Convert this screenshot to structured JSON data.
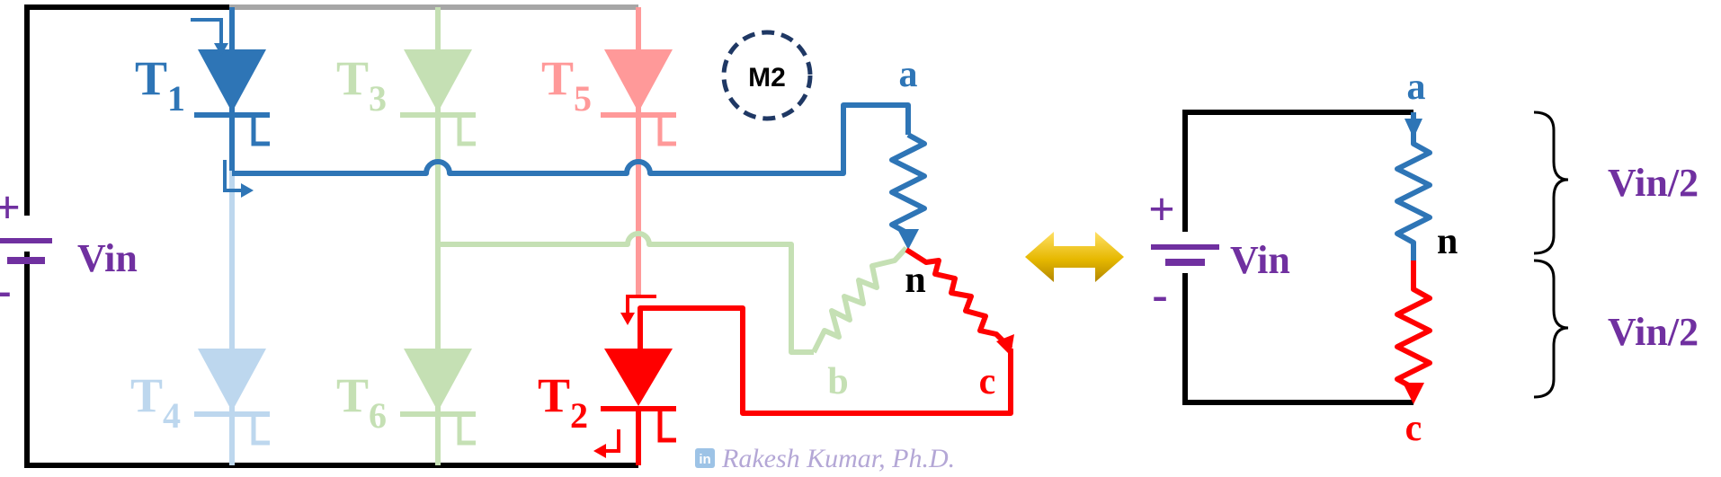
{
  "colors": {
    "black": "#000000",
    "t1_blue": "#2e75b6",
    "t4_lightblue": "#bdd7ee",
    "green": "#c5e0b4",
    "pink": "#ff9999",
    "red": "#ff0000",
    "gray": "#a6a6a6",
    "navy": "#1f3864",
    "purple": "#7030a0",
    "gold": "#e6b800"
  },
  "left_circuit": {
    "thyristors": [
      {
        "name": "T",
        "sub": "1"
      },
      {
        "name": "T",
        "sub": "3"
      },
      {
        "name": "T",
        "sub": "5"
      },
      {
        "name": "T",
        "sub": "4"
      },
      {
        "name": "T",
        "sub": "6"
      },
      {
        "name": "T",
        "sub": "2"
      }
    ],
    "mode_label": "M2",
    "source": {
      "label": "Vin",
      "plus": "+",
      "minus": "-"
    },
    "nodes": {
      "a": "a",
      "b": "b",
      "c": "c",
      "n": "n"
    }
  },
  "equivalent_circuit": {
    "source": {
      "label": "Vin",
      "plus": "+",
      "minus": "-"
    },
    "nodes": {
      "a": "a",
      "n": "n",
      "c": "c"
    },
    "voltage_upper": "Vin/2",
    "voltage_lower": "Vin/2"
  },
  "watermark": {
    "icon": "linkedin-icon",
    "icon_text": "in",
    "text": "Rakesh Kumar, Ph.D."
  }
}
